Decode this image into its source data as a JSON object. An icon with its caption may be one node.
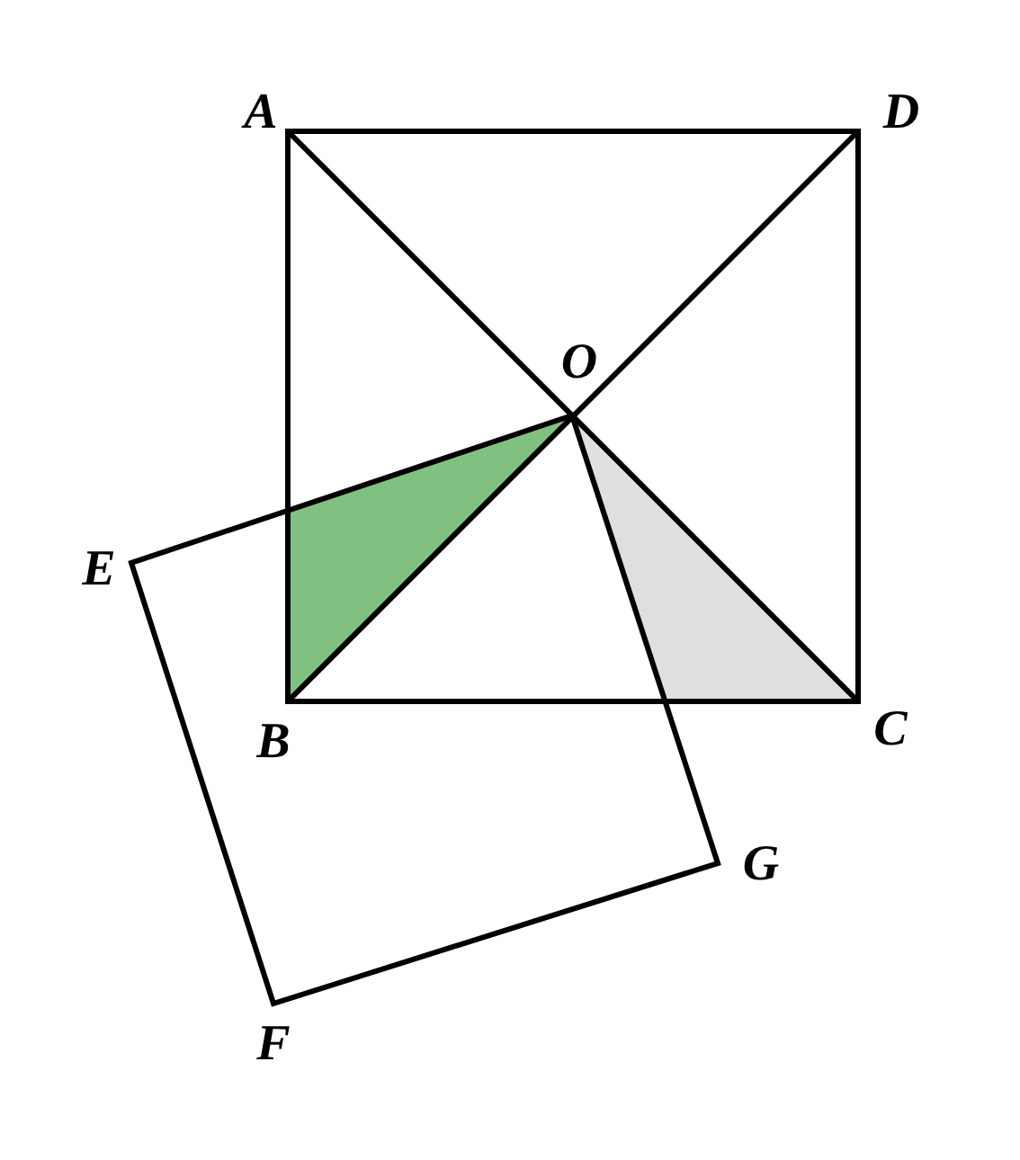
{
  "diagram": {
    "labels": [
      "A",
      "D",
      "O",
      "E",
      "B",
      "C",
      "G",
      "F"
    ]
  }
}
